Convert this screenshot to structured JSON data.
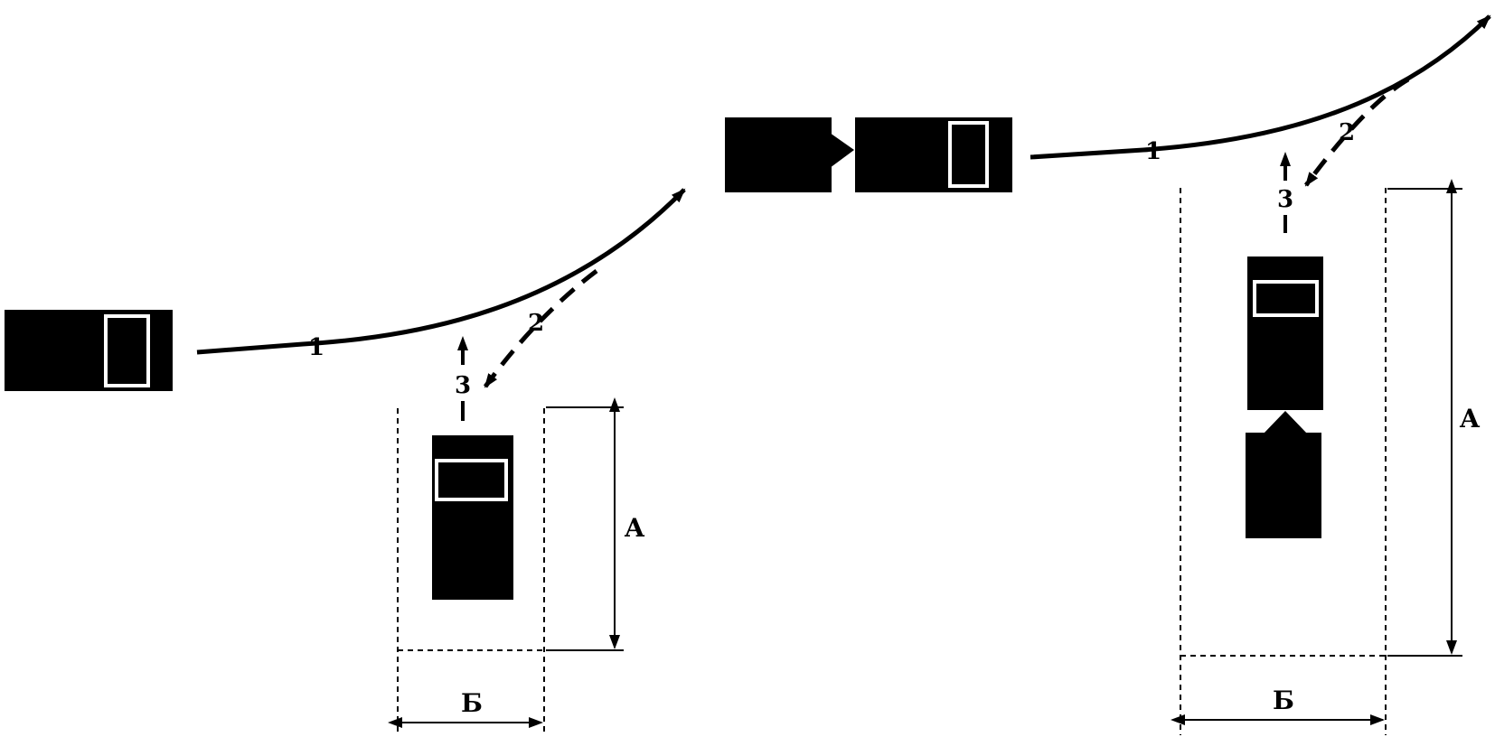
{
  "colors": {
    "ink": "#000000",
    "paper": "#ffffff"
  },
  "labels": {
    "path_forward": "1",
    "path_reverse": "2",
    "path_exit": "3",
    "length": "А",
    "width": "Б"
  }
}
